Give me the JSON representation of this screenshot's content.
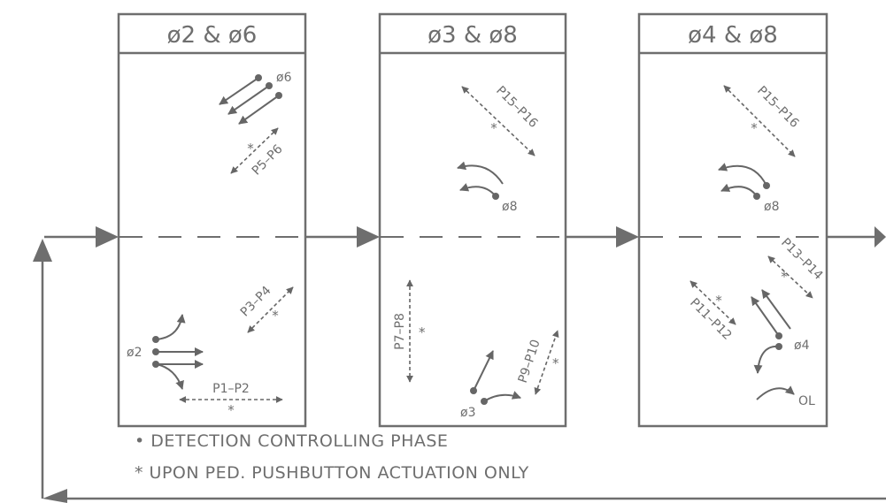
{
  "phases": [
    {
      "title": "ø2 & ø6",
      "detect_upper": "ø6",
      "detect_lower": "ø2",
      "ped_upper": "P5–P6",
      "ped_lower_a": "P3–P4",
      "ped_lower_b": "P1–P2"
    },
    {
      "title": "ø3 & ø8",
      "detect_upper": "ø8",
      "detect_lower": "ø3",
      "ped_upper": "P15–P16",
      "ped_lower_a": "P7–P8",
      "ped_lower_b": "P9–P10"
    },
    {
      "title": "ø4 & ø8",
      "detect_upper": "ø8",
      "detect_lower": "ø4",
      "ped_upper": "P15–P16",
      "ped_lower_a": "P11–P12",
      "ped_lower_b": "P13–P14",
      "overlap": "OL"
    }
  ],
  "star_symbol": "*",
  "legend": {
    "detection": "• DETECTION CONTROLLING PHASE",
    "pedestrian": "* UPON PED. PUSHBUTTON ACTUATION ONLY"
  }
}
